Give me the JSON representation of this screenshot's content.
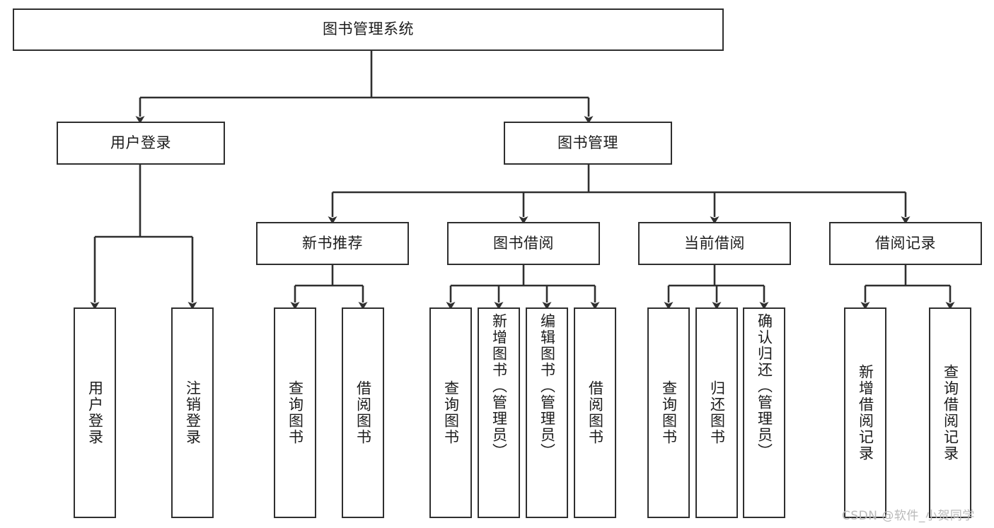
{
  "diagram": {
    "type": "tree-hierarchy",
    "title": "图书管理系统",
    "root": {
      "id": "root",
      "label": "图书管理系统"
    },
    "level2": [
      {
        "id": "user-login",
        "label": "用户登录"
      },
      {
        "id": "book-manage",
        "label": "图书管理"
      }
    ],
    "level3": [
      {
        "id": "new-book-rec",
        "label": "新书推荐",
        "parent": "book-manage"
      },
      {
        "id": "book-borrow",
        "label": "图书借阅",
        "parent": "book-manage"
      },
      {
        "id": "current-borrow",
        "label": "当前借阅",
        "parent": "book-manage"
      },
      {
        "id": "borrow-record",
        "label": "借阅记录",
        "parent": "book-manage"
      }
    ],
    "leaves": [
      {
        "id": "leaf-user-login",
        "label": "用户登录",
        "parent": "user-login"
      },
      {
        "id": "leaf-logout",
        "label": "注销登录",
        "parent": "user-login"
      },
      {
        "id": "leaf-query-book-1",
        "label": "查询图书",
        "parent": "new-book-rec"
      },
      {
        "id": "leaf-borrow-book-1",
        "label": "借阅图书",
        "parent": "new-book-rec"
      },
      {
        "id": "leaf-query-book-2",
        "label": "查询图书",
        "parent": "book-borrow"
      },
      {
        "id": "leaf-add-book",
        "label": "新增图书（管理员）",
        "parent": "book-borrow"
      },
      {
        "id": "leaf-edit-book",
        "label": "编辑图书（管理员）",
        "parent": "book-borrow"
      },
      {
        "id": "leaf-borrow-book-2",
        "label": "借阅图书",
        "parent": "book-borrow"
      },
      {
        "id": "leaf-query-book-3",
        "label": "查询图书",
        "parent": "current-borrow"
      },
      {
        "id": "leaf-return-book",
        "label": "归还图书",
        "parent": "current-borrow"
      },
      {
        "id": "leaf-confirm-return",
        "label": "确认归还（管理员）",
        "parent": "current-borrow"
      },
      {
        "id": "leaf-add-record",
        "label": "新增借阅记录",
        "parent": "borrow-record"
      },
      {
        "id": "leaf-query-record",
        "label": "查询借阅记录",
        "parent": "borrow-record"
      }
    ],
    "watermark": "CSDN @软件_小贺同学",
    "colors": {
      "stroke": "#2f2f2f",
      "fill": "#ffffff",
      "text": "#1c1c1c",
      "watermark": "#b9b9b9"
    }
  }
}
